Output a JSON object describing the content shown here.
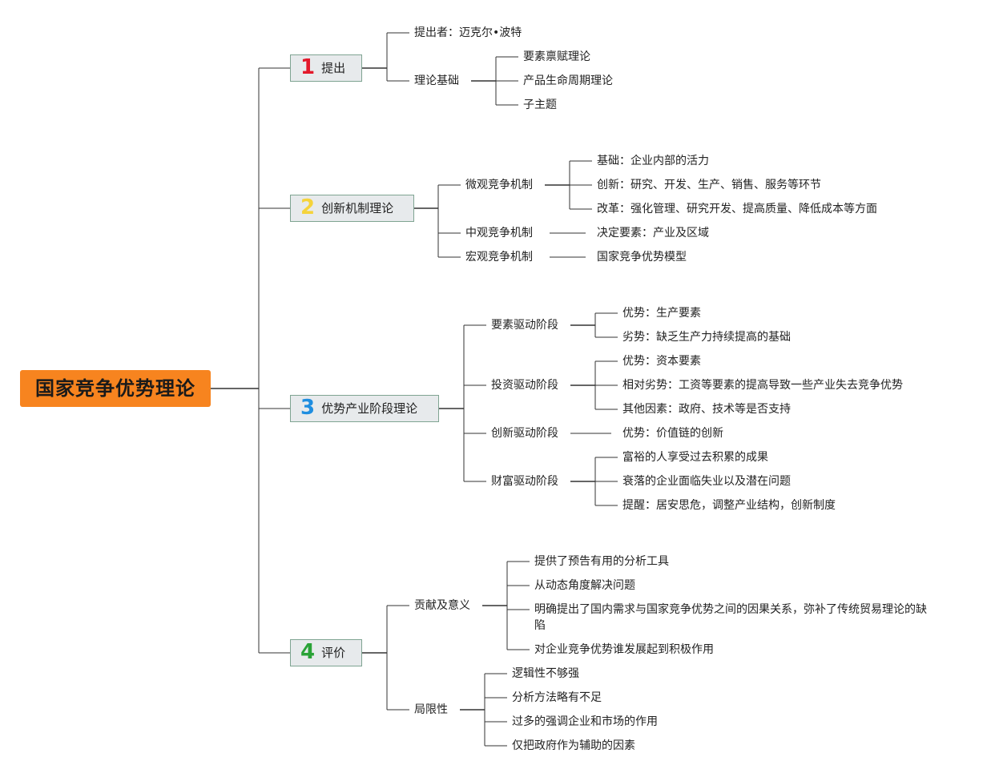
{
  "root": {
    "label": "国家竞争优势理论"
  },
  "colors": {
    "root": "#f7841f",
    "branch_fill": "#e7eaec",
    "branch_border": "#7fa492",
    "line": "#333333",
    "badge_1": "#e3192b",
    "badge_2": "#f5d33b",
    "badge_3": "#1f8ee0",
    "badge_4": "#2aa337"
  },
  "branches": [
    {
      "badge": "1",
      "label": "提出",
      "children": [
        {
          "label": "提出者：迈克尔•波特"
        },
        {
          "label": "理论基础",
          "children": [
            {
              "label": "要素禀赋理论"
            },
            {
              "label": "产品生命周期理论"
            },
            {
              "label": "子主题"
            }
          ]
        }
      ]
    },
    {
      "badge": "2",
      "label": "创新机制理论",
      "children": [
        {
          "label": "微观竞争机制",
          "children": [
            {
              "label": "基础：企业内部的活力"
            },
            {
              "label": "创新：研究、开发、生产、销售、服务等环节"
            },
            {
              "label": "改革：强化管理、研究开发、提高质量、降低成本等方面"
            }
          ]
        },
        {
          "label": "中观竞争机制",
          "children": [
            {
              "label": "决定要素：产业及区域"
            }
          ]
        },
        {
          "label": "宏观竞争机制",
          "children": [
            {
              "label": "国家竞争优势模型"
            }
          ]
        }
      ]
    },
    {
      "badge": "3",
      "label": "优势产业阶段理论",
      "children": [
        {
          "label": "要素驱动阶段",
          "children": [
            {
              "label": "优势：生产要素"
            },
            {
              "label": "劣势：缺乏生产力持续提高的基础"
            }
          ]
        },
        {
          "label": "投资驱动阶段",
          "children": [
            {
              "label": "优势：资本要素"
            },
            {
              "label": "相对劣势：工资等要素的提高导致一些产业失去竞争优势"
            },
            {
              "label": "其他因素：政府、技术等是否支持"
            }
          ]
        },
        {
          "label": "创新驱动阶段",
          "children": [
            {
              "label": "优势：价值链的创新"
            }
          ]
        },
        {
          "label": "财富驱动阶段",
          "children": [
            {
              "label": "富裕的人享受过去积累的成果"
            },
            {
              "label": "衰落的企业面临失业以及潜在问题"
            },
            {
              "label": "提醒：居安思危，调整产业结构，创新制度"
            }
          ]
        }
      ]
    },
    {
      "badge": "4",
      "label": "评价",
      "children": [
        {
          "label": "贡献及意义",
          "children": [
            {
              "label": "提供了预告有用的分析工具"
            },
            {
              "label": "从动态角度解决问题"
            },
            {
              "label": "明确提出了国内需求与国家竞争优势之间的因果关系，弥补了传统贸易理论的缺陷"
            },
            {
              "label": "对企业竞争优势谁发展起到积极作用"
            }
          ]
        },
        {
          "label": "局限性",
          "children": [
            {
              "label": "逻辑性不够强"
            },
            {
              "label": "分析方法略有不足"
            },
            {
              "label": "过多的强调企业和市场的作用"
            },
            {
              "label": "仅把政府作为辅助的因素"
            }
          ]
        }
      ]
    }
  ]
}
